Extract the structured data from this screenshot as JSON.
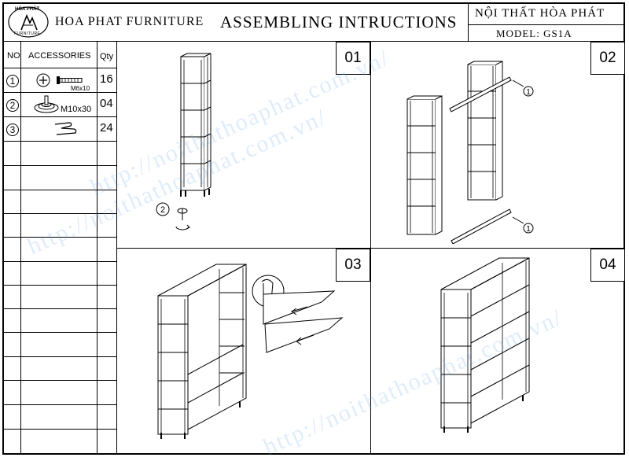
{
  "header": {
    "logo_top": "HÒA PHÁT",
    "logo_bottom": "FURNITURE",
    "brand": "HOA PHAT FURNITURE",
    "title": "ASSEMBLING INTRUCTIONS",
    "brand_vn": "NỘI THẤT HÒA PHÁT",
    "model": "MODEL: GS1A"
  },
  "table": {
    "col_no": "NO",
    "col_acc": "ACCESSORIES",
    "col_qty": "Qty",
    "rows": [
      {
        "no": "1",
        "label": "M6x10",
        "qty": "16",
        "icon": "screw-icon"
      },
      {
        "no": "2",
        "label": "M10x30",
        "qty": "04",
        "icon": "leveling-foot-icon"
      },
      {
        "no": "3",
        "label": "",
        "qty": "24",
        "icon": "shelf-clip-icon"
      }
    ]
  },
  "steps": [
    {
      "label": "01",
      "callouts": [
        "2"
      ]
    },
    {
      "label": "02",
      "callouts": [
        "1",
        "1"
      ]
    },
    {
      "label": "03",
      "callouts": []
    },
    {
      "label": "04",
      "callouts": []
    }
  ],
  "watermark": "http://noithathoaphat.com.vn/"
}
